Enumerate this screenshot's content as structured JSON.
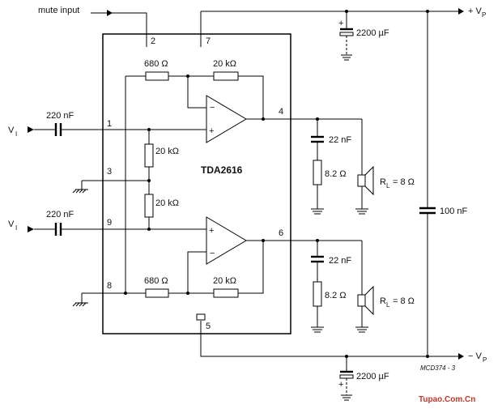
{
  "diagram": {
    "ic_name": "TDA2616",
    "mute_label": "mute input",
    "vp_plus": {
      "sign": "+ V",
      "sub": "P"
    },
    "vp_minus": {
      "sign": "− V",
      "sub": "P"
    },
    "inputs": [
      {
        "name": "V",
        "sub": "I",
        "cap": "220 nF",
        "pin": "1"
      },
      {
        "name": "V",
        "sub": "I",
        "cap": "220 nF",
        "pin": "9"
      }
    ],
    "pins": {
      "mute": "2",
      "supply": "7",
      "ground": "3",
      "ground2": "8",
      "out1": "4",
      "out2": "6",
      "neg": "5"
    },
    "feedback": {
      "r_input": "680 Ω",
      "r_feedback": "20 kΩ"
    },
    "divider": {
      "r_top": "20 kΩ",
      "r_bottom": "20 kΩ"
    },
    "output_network": {
      "cap": "22 nF",
      "resistor": "8.2 Ω",
      "load": {
        "name": "R",
        "sub": "L",
        "value": "= 8 Ω"
      }
    },
    "supply_caps": {
      "top": "2200 µF",
      "bottom": "2200 µF",
      "bypass": "100 nF"
    },
    "drawing_code": "MCD374 - 3",
    "watermark": "Tupao.Com.Cn",
    "colors": {
      "line": "#000000",
      "background": "#ffffff",
      "watermark": "#c0392b"
    }
  }
}
